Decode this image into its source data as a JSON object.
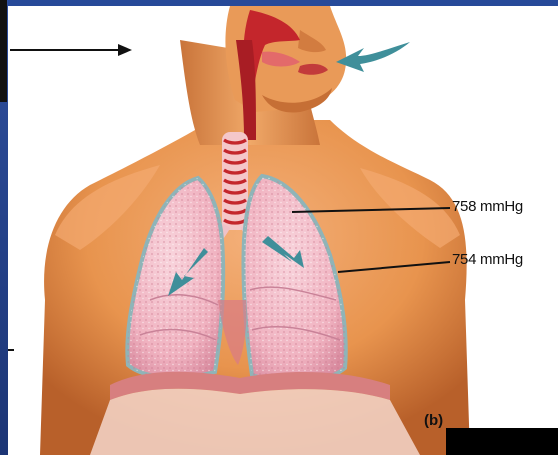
{
  "diagram": {
    "labels": {
      "upper_pressure": "758 mmHg",
      "lower_pressure": "754 mmHg",
      "panel": "(b)"
    },
    "colors": {
      "skin": "#e8944e",
      "skin_shadow": "#b8602a",
      "lung": "#f2b8c4",
      "lung_outline": "#8fb4b8",
      "airway": "#c4262c",
      "arrow": "#3f8f9a",
      "slide_bar": "#274a99"
    },
    "icons": [
      "inhale-arrow-icon",
      "airflow-arrow-icon",
      "pointer-arrow-icon"
    ]
  }
}
